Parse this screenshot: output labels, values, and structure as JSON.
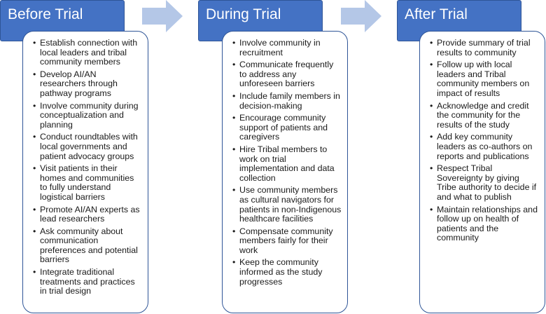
{
  "stages": [
    {
      "title": "Before Trial",
      "items": [
        "Establish connection with local leaders and tribal community members",
        "Develop AI/AN researchers through pathway programs",
        "Involve community during conceptualization and planning",
        "Conduct roundtables with local governments and patient advocacy groups",
        "Visit patients in their homes and communities to fully understand logistical barriers",
        "Promote AI/AN experts as lead researchers",
        "Ask community about communication preferences and potential barriers",
        "Integrate traditional treatments and practices in trial design"
      ]
    },
    {
      "title": "During Trial",
      "items": [
        "Involve community in recruitment",
        "Communicate frequently to address any unforeseen barriers",
        "Include family members in decision-making",
        "Encourage community support of patients and caregivers",
        "Hire Tribal members to work on trial implementation and data collection",
        "Use community members as cultural navigators for patients in non-Indigenous healthcare facilities",
        "Compensate community members fairly for their work",
        "Keep the community informed as the study progresses"
      ]
    },
    {
      "title": "After Trial",
      "items": [
        "Provide summary of trial results to community",
        "Follow up with local leaders and Tribal community members on impact of results",
        "Acknowledge and credit the community for the results of the study",
        "Add key community leaders as co-authors on reports and publications",
        "Respect Tribal Sovereignty by giving Tribe authority to decide if and what to publish",
        "Maintain relationships and follow up on health of patients and the community"
      ]
    }
  ],
  "bullet_glyph": "•",
  "colors": {
    "header_fill": "#4472c4",
    "header_border": "#2f5597",
    "card_border": "#2f5597",
    "arrow_fill": "#b4c7e7",
    "header_text": "#ffffff"
  },
  "icons": {
    "arrow": "right-arrow-icon"
  }
}
